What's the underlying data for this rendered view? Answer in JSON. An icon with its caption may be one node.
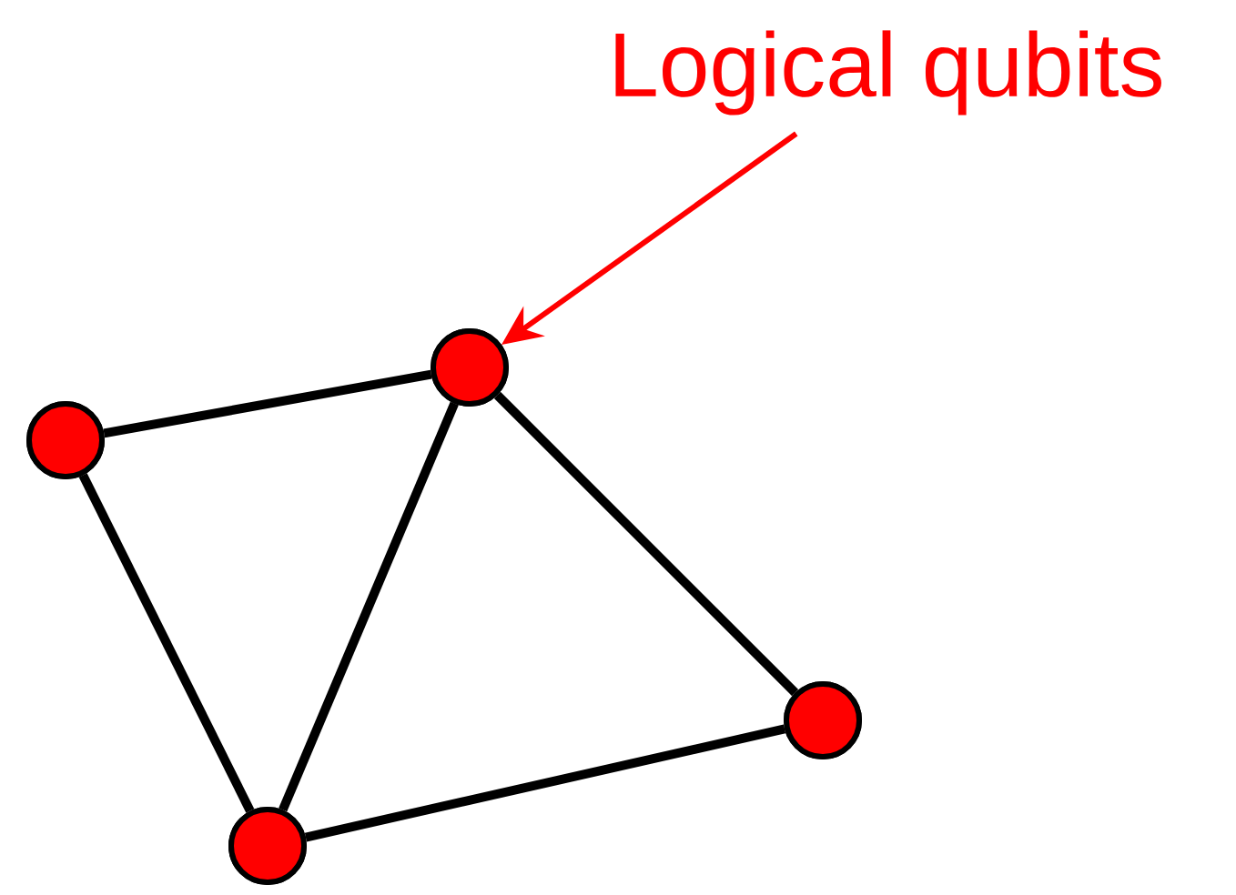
{
  "diagram": {
    "nodes": [
      {
        "text": [
          "Logical qubits"
        ]
      },
      {
        "text": [],
        "shape": "circle"
      },
      {
        "text": [],
        "shape": "circle"
      },
      {
        "text": [],
        "shape": "circle"
      },
      {
        "text": [],
        "shape": "circle"
      }
    ],
    "edges": [
      {
        "from": 2,
        "to": 1,
        "arrow": "none"
      },
      {
        "from": 2,
        "to": 4,
        "arrow": "none"
      },
      {
        "from": 1,
        "to": 4,
        "arrow": "none"
      },
      {
        "from": 1,
        "to": 3,
        "arrow": "none"
      },
      {
        "from": 4,
        "to": 3,
        "arrow": "none"
      },
      {
        "from": 0,
        "to": 1,
        "arrow": "to",
        "color": "#ff0000"
      }
    ]
  }
}
